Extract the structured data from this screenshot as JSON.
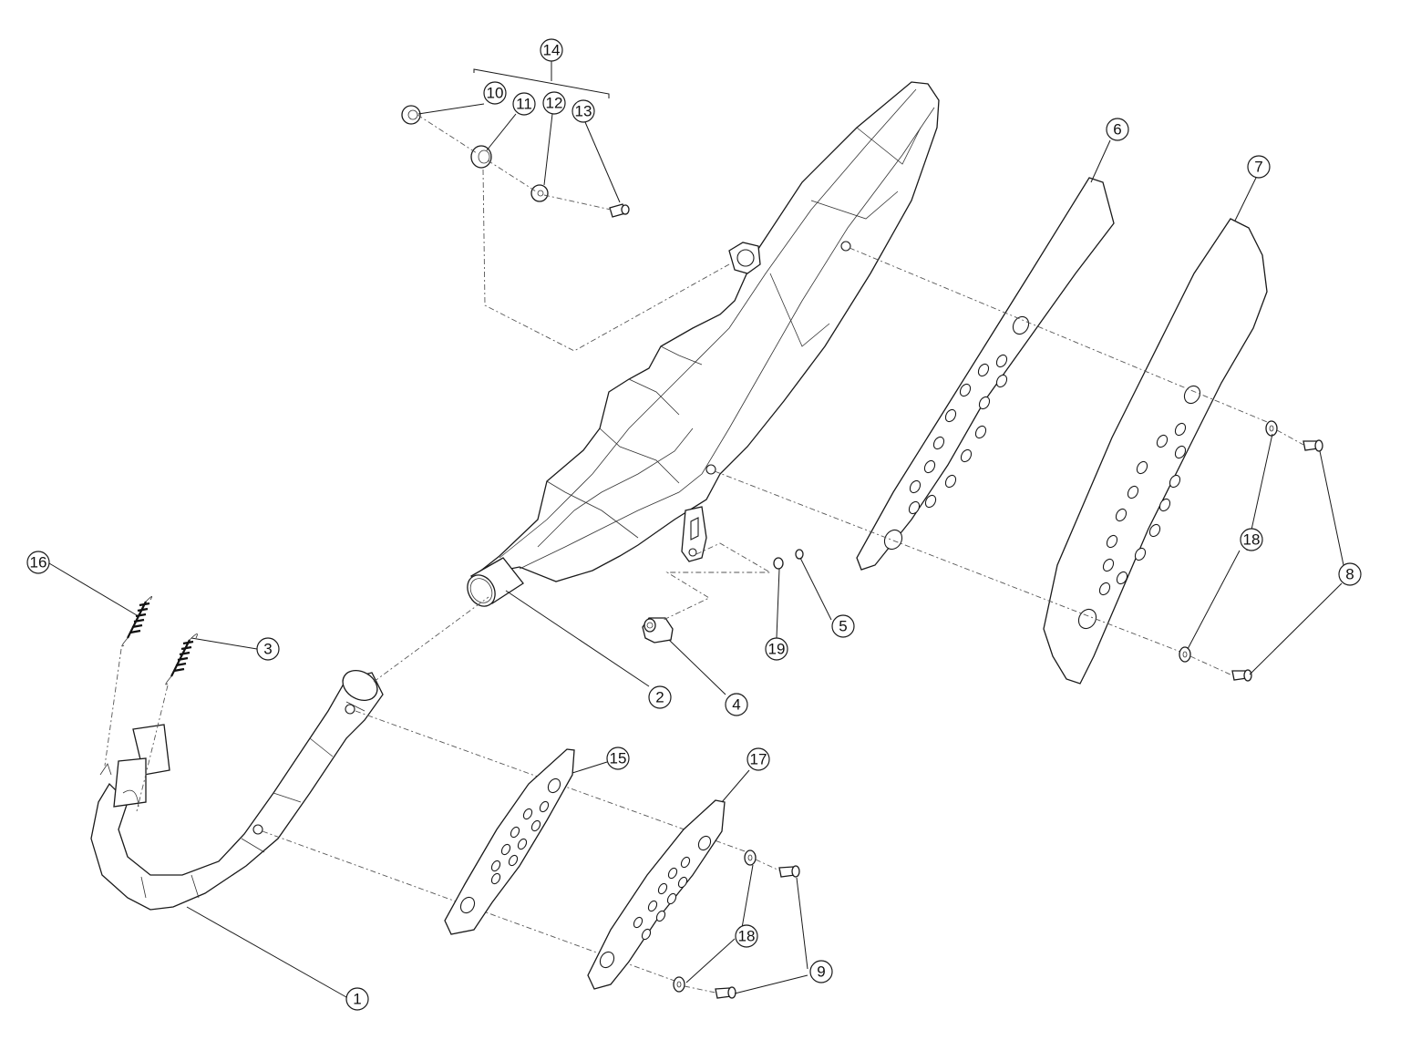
{
  "callouts": {
    "p1": "1",
    "p2": "2",
    "p3": "3",
    "p4": "4",
    "p5": "5",
    "p6": "6",
    "p7": "7",
    "p8": "8",
    "p9": "9",
    "p10": "10",
    "p11": "11",
    "p12": "12",
    "p13": "13",
    "p14": "14",
    "p15": "15",
    "p16": "16",
    "p17": "17",
    "p18a": "18",
    "p18b": "18",
    "p19": "19"
  },
  "colors": {
    "line": "#1a1a1a",
    "background": "#ffffff"
  }
}
